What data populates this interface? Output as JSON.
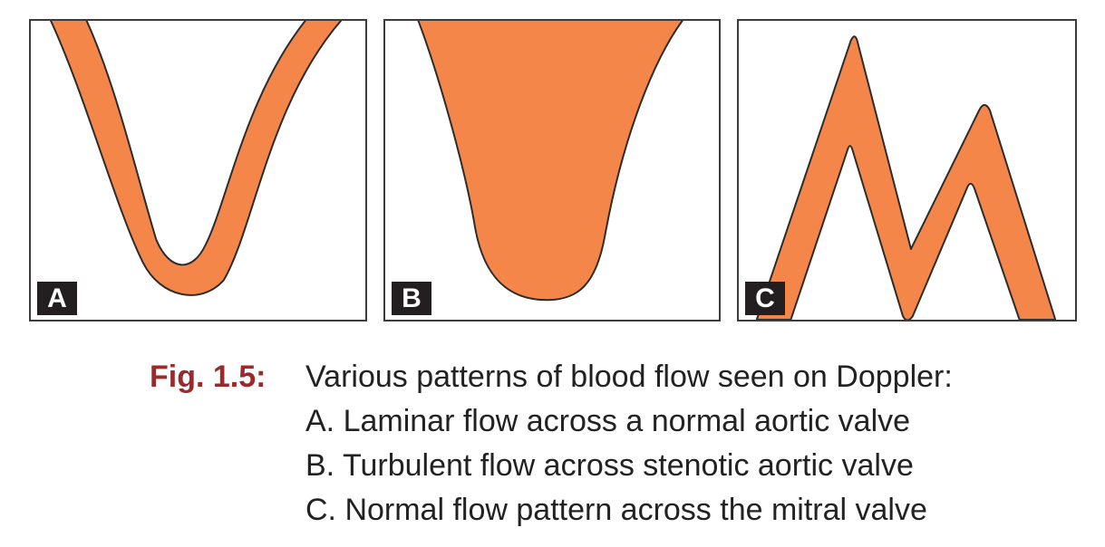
{
  "colors": {
    "flow_fill": "#f4864a",
    "outline": "#2b2b2b",
    "tag_bg": "#231f20",
    "fig_label": "#9b2a2c"
  },
  "panels": [
    {
      "tag": "A",
      "shape": "narrow-band-u"
    },
    {
      "tag": "B",
      "shape": "filled-envelope"
    },
    {
      "tag": "C",
      "shape": "m-shaped-band"
    }
  ],
  "caption": {
    "figure_label": "Fig. 1.5:",
    "title": "Various patterns of blood flow seen on Doppler:",
    "items": [
      "A.  Laminar flow across a normal aortic valve",
      "B. Turbulent flow across stenotic aortic valve",
      "C.  Normal flow pattern across the mitral valve"
    ]
  }
}
